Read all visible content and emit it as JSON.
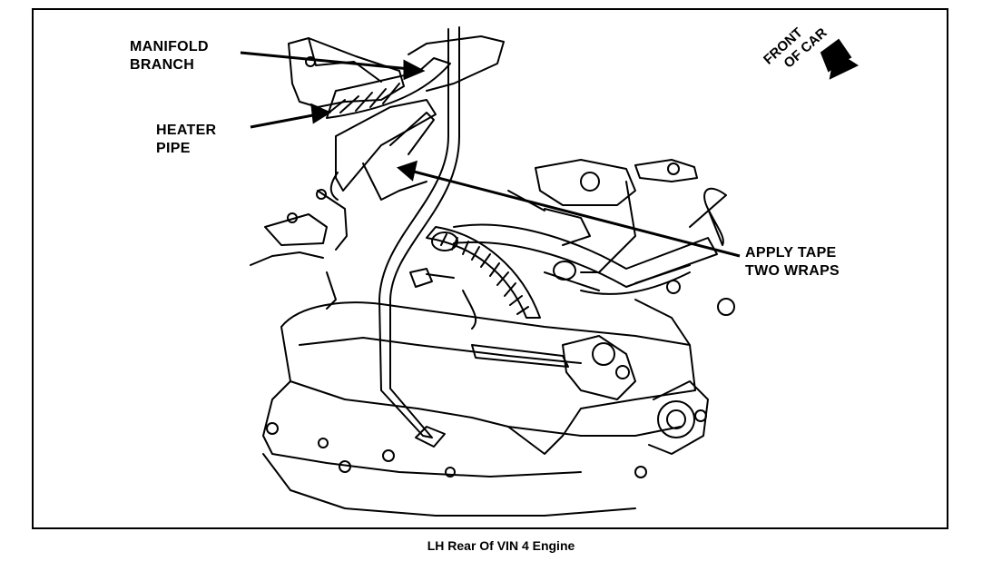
{
  "labels": {
    "manifold_line1": "MANIFOLD",
    "manifold_line2": "BRANCH",
    "heater_line1": "HEATER",
    "heater_line2": "PIPE",
    "tape_line1": "APPLY TAPE",
    "tape_line2": "TWO WRAPS",
    "front_line1": "FRONT",
    "front_line2": "OF CAR"
  },
  "caption": "LH Rear Of VIN 4 Engine",
  "colors": {
    "ink": "#000000",
    "paper": "#ffffff"
  },
  "icons": [
    "front-of-car-arrow-icon"
  ]
}
